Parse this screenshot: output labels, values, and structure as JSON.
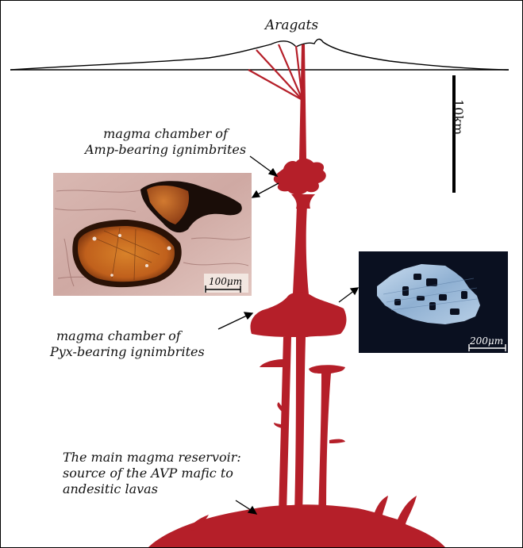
{
  "volcano": {
    "name": "Aragats"
  },
  "scale_bar": {
    "label": "10km"
  },
  "amp_chamber": {
    "line1": "magma chamber of",
    "line2": "Amp-bearing ignimbrites"
  },
  "pyx_chamber": {
    "line1": "magma chamber of",
    "line2": "Pyx-bearing ignimbrites"
  },
  "main_reservoir": {
    "line1": "The main magma reservoir:",
    "line2": "source of the AVP mafic to",
    "line3": "andesitic lavas"
  },
  "micrograph_amphibole": {
    "scale_label": "100μm"
  },
  "micrograph_pyroxene": {
    "scale_label": "200μm"
  },
  "colors": {
    "magma": "#b51f29",
    "outline": "#000000",
    "micro2_bg": "#0a1020"
  }
}
